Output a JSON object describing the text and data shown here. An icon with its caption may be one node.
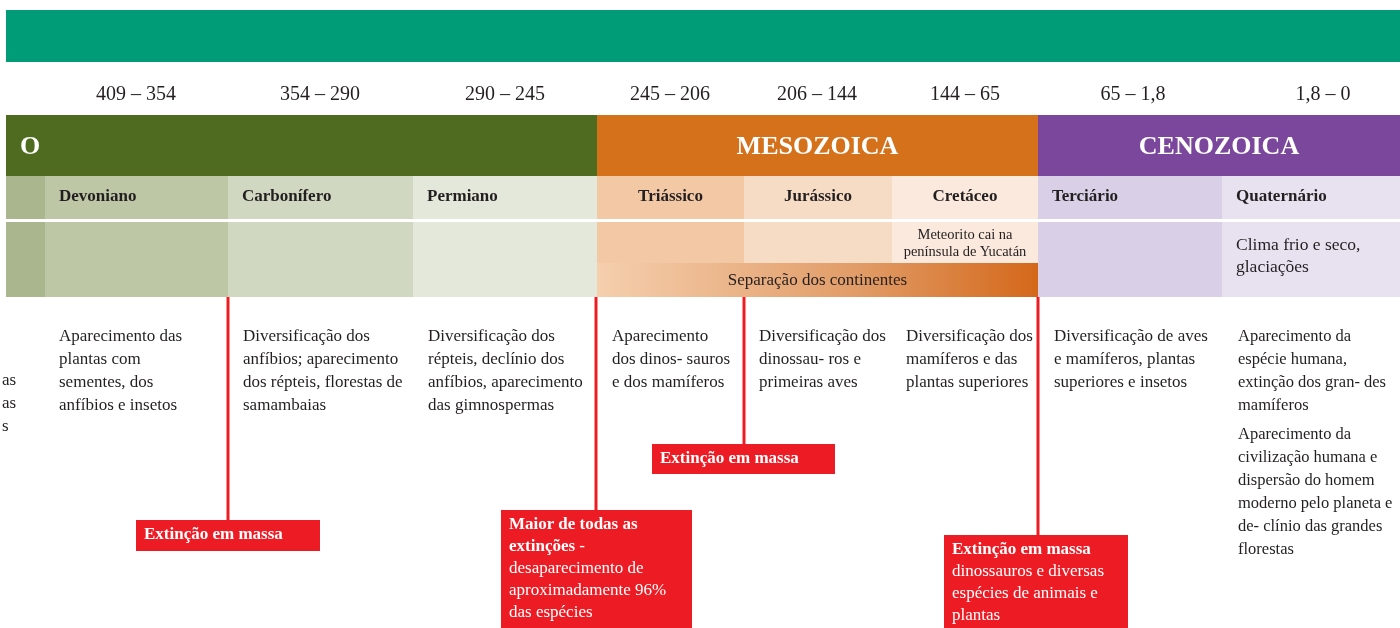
{
  "diagram": {
    "nodes": [
      {
        "text": [
          "O"
        ]
      },
      {
        "text": [
          "MESOZOICA"
        ]
      },
      {
        "text": [
          "CENOZOICA"
        ]
      },
      {
        "text": [
          "Devoniano"
        ]
      },
      {
        "text": [
          "Carbonífero"
        ]
      },
      {
        "text": [
          "Permiano"
        ]
      },
      {
        "text": [
          "Triássico"
        ]
      },
      {
        "text": [
          "Jurássico"
        ]
      },
      {
        "text": [
          "Cretáceo"
        ]
      },
      {
        "text": [
          "Terciário"
        ]
      },
      {
        "text": [
          "Quaternário",
          "Clima frio e seco, glaciações"
        ]
      },
      {
        "text": [
          "Meteorito cai na península de Yucatán"
        ],
        "in": 8
      },
      {
        "text": [
          "Separação dos continentes"
        ]
      },
      {
        "text": [
          "Extinção em massa"
        ]
      },
      {
        "text": [
          "**Maior de todas as extinções** - desaparecimento de aproximadamente 96% das espécies"
        ]
      },
      {
        "text": [
          "Extinção em massa"
        ]
      },
      {
        "text": [
          "Extinção em massa",
          "dinossauros e diversas espécies de animais e plantas"
        ]
      }
    ],
    "edges": [
      {
        "from": 13,
        "to": 4,
        "arrow": "none"
      },
      {
        "from": 14,
        "to": 12,
        "arrow": "none"
      },
      {
        "from": 15,
        "to": 12,
        "arrow": "none"
      },
      {
        "from": 16,
        "to": 12,
        "arrow": "none"
      }
    ],
    "labels": [
      "409 – 354",
      "354 – 290",
      "290 – 245",
      "245 – 206",
      "206 – 144",
      "144 – 65",
      "65 – 1,8",
      "1,8 – 0",
      "as",
      "as",
      "s",
      "Aparecimento das plantas com sementes, dos anfíbios e insetos",
      "Diversificação dos anfíbios; aparecimento dos répteis, florestas de samambaias",
      "Diversificação dos répteis, declínio dos anfíbios, aparecimento das gimnospermas",
      "Aparecimento dos dinos- sauros e dos mamíferos",
      "Diversificação dos dinossau- ros e primeiras aves",
      "Diversificação dos mamíferos e das plantas superiores",
      "Diversificação de aves e mamíferos, plantas superiores e insetos",
      "Aparecimento da espécie humana, extinção dos gran- des mamíferos",
      "Aparecimento da civilização humana e dispersão do homem moderno pelo planeta e de- clínio das grandes florestas"
    ]
  }
}
